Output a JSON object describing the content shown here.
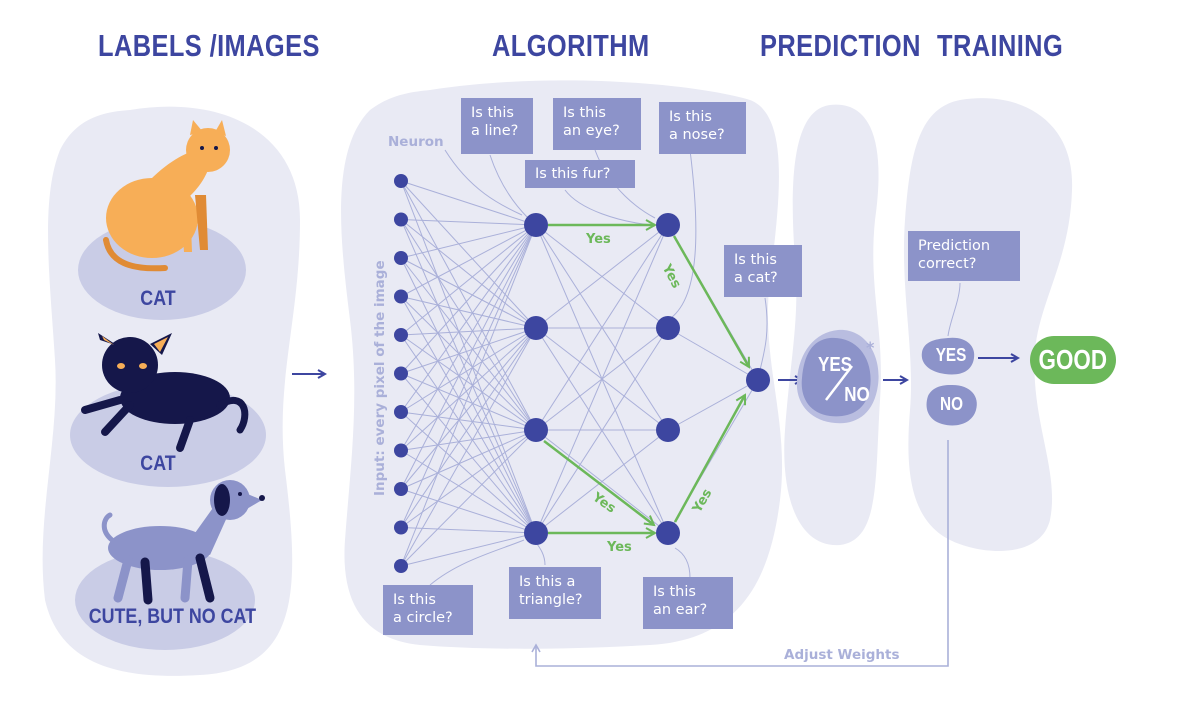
{
  "headings": {
    "labels_images": "LABELS /IMAGES",
    "algorithm": "ALGORITHM",
    "prediction": "PREDICTION",
    "training": "TRAINING"
  },
  "animals": [
    {
      "label": "CAT",
      "icon": "orange-cat-icon",
      "color": "#f7ae57"
    },
    {
      "label": "CAT",
      "icon": "black-cat-icon",
      "color": "#15174a"
    },
    {
      "label": "CUTE, BUT NO CAT",
      "icon": "dog-icon",
      "color": "#8c93c9"
    }
  ],
  "network": {
    "neuron_label": "Neuron",
    "input_label": "Input: every pixel of the image",
    "yes_label": "Yes"
  },
  "questions": {
    "line": "Is this\na line?",
    "eye": "Is this\nan eye?",
    "nose": "Is this\na nose?",
    "fur": "Is this fur?",
    "cat": "Is this\na cat?",
    "circle": "Is this\na circle?",
    "triangle": "Is this a\ntriangle?",
    "ear": "Is this\nan ear?"
  },
  "prediction": {
    "yes": "YES",
    "no": "NO",
    "asterisk": "*"
  },
  "training": {
    "question": "Prediction\ncorrect?",
    "yes": "YES",
    "no": "NO",
    "result": "GOOD",
    "adjust": "Adjust Weights"
  },
  "colors": {
    "primary": "#3d46a0",
    "panel": "#e9eaf4",
    "muted": "#aab0d9",
    "box": "#8c93c9",
    "green": "#6cb85a"
  }
}
